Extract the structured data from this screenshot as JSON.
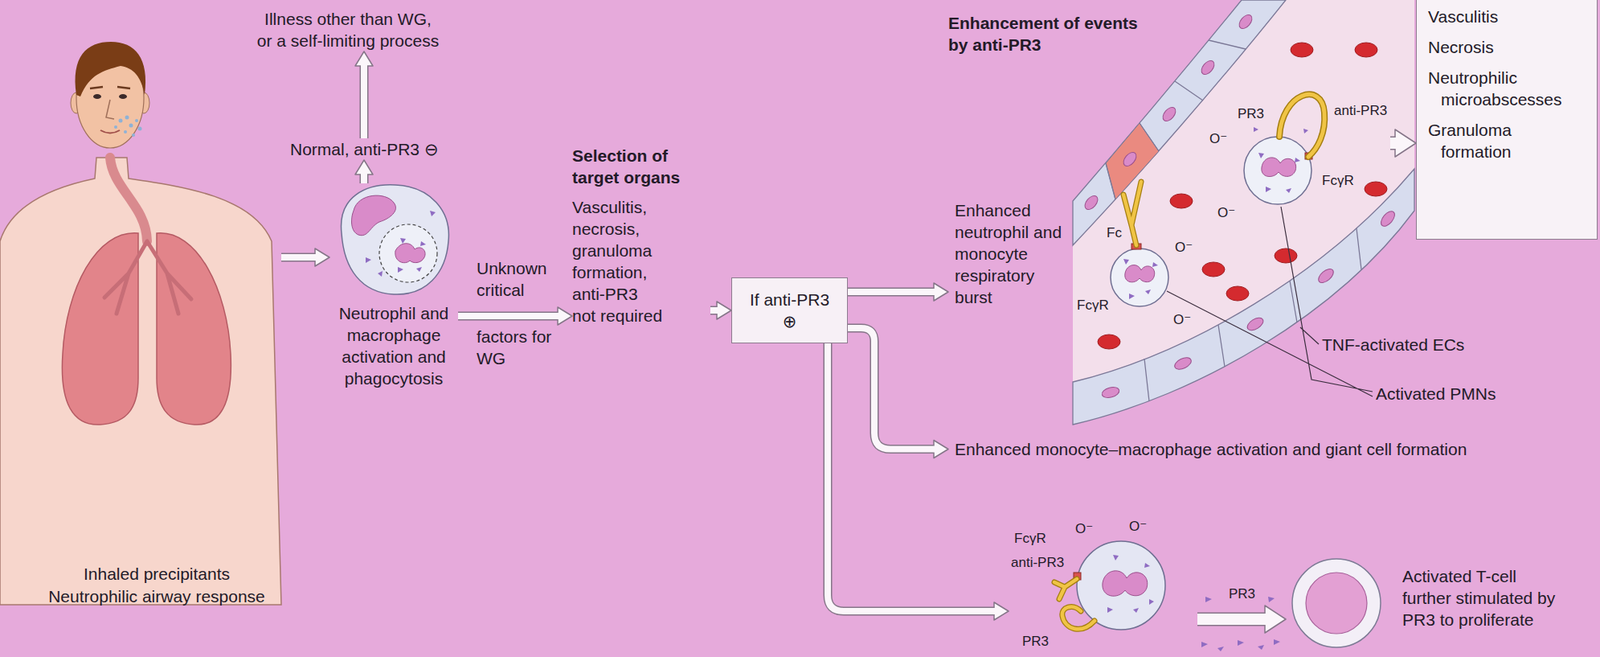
{
  "diagram": {
    "nodes": [
      {
        "text": [
          "Illness other than WG, or a self-limiting process"
        ]
      },
      {
        "text": [
          "Normal, anti-PR3 ⊖"
        ]
      },
      {
        "text": [
          "Inhaled precipitants",
          "Neutrophilic airway response"
        ]
      },
      {
        "text": [
          "Neutrophil and macrophage activation and phagocytosis"
        ]
      },
      {
        "text": [
          "Selection of target organs",
          "Vasculitis, necrosis, granuloma formation, anti-PR3 not required"
        ]
      },
      {
        "text": [
          "If anti-PR3 ⊕"
        ]
      },
      {
        "text": [
          "Enhanced neutrophil and monocyte respiratory burst"
        ]
      },
      {
        "text": [
          "PR3",
          "anti-PR3",
          "Fc",
          "FcγR",
          "FcγR",
          "O⁻",
          "O⁻",
          "O⁻",
          "O⁻"
        ]
      },
      {
        "text": [
          "Vasculitis",
          "Necrosis",
          "Neutrophilic microabscesses",
          "Granuloma formation"
        ]
      },
      {
        "text": [
          "Enhanced monocyte–macrophage activation and giant cell formation"
        ]
      },
      {
        "text": [
          "FcγR",
          "anti-PR3",
          "PR3",
          "O⁻",
          "O⁻"
        ]
      },
      {
        "text": [
          "Activated T-cell further stimulated by PR3 to proliferate"
        ]
      }
    ],
    "edges": [
      {
        "from": 3,
        "to": 1,
        "arrow": "to"
      },
      {
        "from": 1,
        "to": 0,
        "arrow": "to"
      },
      {
        "from": 2,
        "to": 3,
        "arrow": "to"
      },
      {
        "from": 3,
        "to": 4,
        "arrow": "to"
      },
      {
        "from": 4,
        "to": 5,
        "arrow": "to"
      },
      {
        "from": 5,
        "to": 6,
        "arrow": "to"
      },
      {
        "from": 5,
        "to": 9,
        "arrow": "to"
      },
      {
        "from": 5,
        "to": 10,
        "arrow": "to"
      },
      {
        "from": 7,
        "to": 8,
        "arrow": "to"
      },
      {
        "from": 10,
        "to": 11,
        "label": "PR3",
        "arrow": "to"
      }
    ],
    "labels": [
      "Unknown critical",
      "factors for WG",
      "Enhancement of events by anti-PR3",
      "TNF-activated ECs",
      "Activated PMNs"
    ]
  }
}
